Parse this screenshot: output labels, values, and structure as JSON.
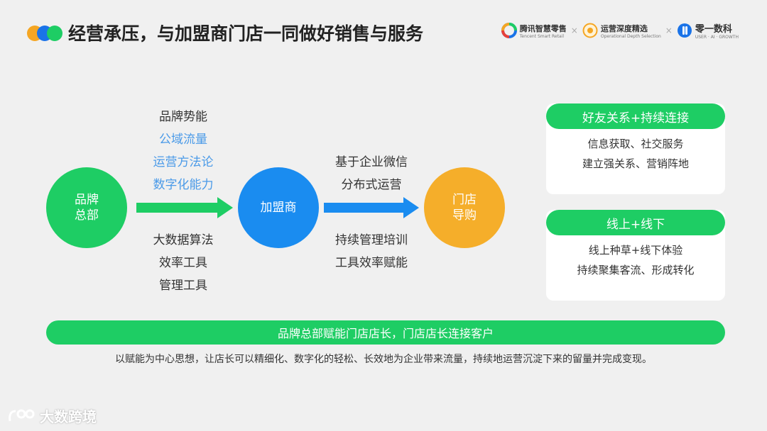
{
  "header": {
    "title": "经营承压，与加盟商门店一同做好销售与服务",
    "dot_colors": [
      "#f5a623",
      "#1a73e8",
      "#1ecd64"
    ],
    "logos": [
      {
        "name": "腾讯智慧零售",
        "sub": "Tencent Smart Retail",
        "icon": "tencent-smart-retail-logo"
      },
      {
        "name": "运营深度精选",
        "sub": "Operational Depth Selection",
        "icon": "operation-selection-logo"
      },
      {
        "name": "零一数科",
        "sub": "USER · AI · GROWTH",
        "icon": "zero-one-logo"
      }
    ],
    "separator": "×"
  },
  "flow": {
    "hq": {
      "line1": "品牌",
      "line2": "总部",
      "color": "#1ecd64"
    },
    "franchisee": {
      "label": "加盟商",
      "color": "#1a8cf0"
    },
    "store": {
      "line1": "门店",
      "line2": "导购",
      "color": "#f5ae2a"
    },
    "arrow1_color": "#1ecd64",
    "arrow2_color": "#1a8cf0",
    "hq_top": [
      {
        "text": "品牌势能",
        "highlight": false
      },
      {
        "text": "公域流量",
        "highlight": true
      },
      {
        "text": "运营方法论",
        "highlight": true
      },
      {
        "text": "数字化能力",
        "highlight": true
      }
    ],
    "hq_bottom": [
      "大数据算法",
      "效率工具",
      "管理工具"
    ],
    "fr_top": [
      "基于企业微信",
      "分布式运营"
    ],
    "fr_bottom": [
      "持续管理培训",
      "工具效率赋能"
    ]
  },
  "cards": [
    {
      "header": "好友关系+持续连接",
      "lines": [
        "信息获取、社交服务",
        "建立强关系、营销阵地"
      ]
    },
    {
      "header": "线上+线下",
      "lines": [
        "线上种草+线下体验",
        "持续聚集客流、形成转化"
      ]
    }
  ],
  "banner": "品牌总部赋能门店店长，门店店长连接客户",
  "summary": "以赋能为中心思想，让店长可以精细化、数字化的轻松、长效地为企业带来流量，持续地运营沉淀下来的留量并完成变现。",
  "watermark": "大数跨境"
}
